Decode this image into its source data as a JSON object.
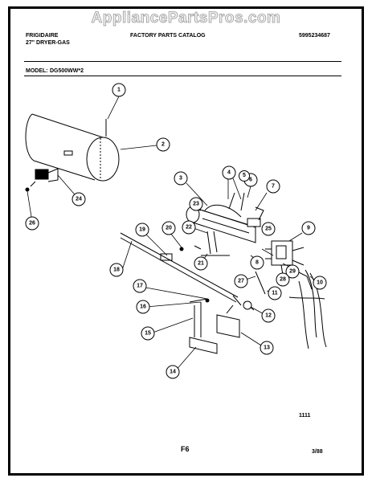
{
  "watermark": "AppliancePartsPros.com",
  "header": {
    "brand": "FRIGIDAIRE",
    "product": "27\" DRYER-GAS",
    "catalog": "FACTORY PARTS CATALOG",
    "catalog_number": "5995234687",
    "model_label": "MODEL:",
    "model_number": "DG500WW*2"
  },
  "footer": {
    "code": "1111",
    "page": "F6",
    "date": "3/88"
  },
  "callouts": [
    "1",
    "2",
    "3",
    "4",
    "5",
    "6",
    "7",
    "8",
    "9",
    "10",
    "11",
    "12",
    "13",
    "14",
    "15",
    "16",
    "17",
    "18",
    "19",
    "20",
    "21",
    "22",
    "23",
    "24",
    "25",
    "26",
    "27",
    "28",
    "29"
  ]
}
